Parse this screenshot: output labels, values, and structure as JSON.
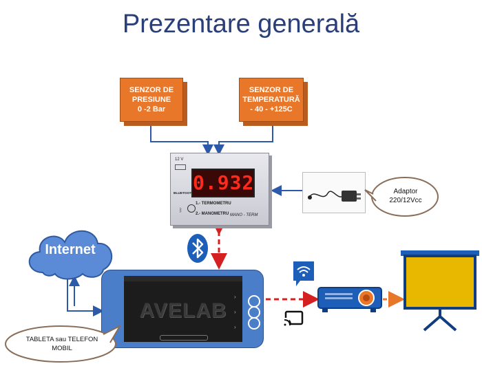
{
  "title": "Prezentare generală",
  "sensor_pressure": {
    "line1": "SENZOR DE",
    "line2": "PRESIUNE",
    "line3": "0 -2 Bar"
  },
  "sensor_temperature": {
    "line1": "SENZOR DE",
    "line2": "TEMPERATURĂ",
    "line3": "- 40  -  +125C"
  },
  "device": {
    "display_value": "0.932",
    "voltage": "12 V",
    "bluetooth_label": "BLUETOOTH",
    "mode1": "1.- TERMOMETRU",
    "mode2": "2.- MANOMETRU",
    "brand": "MANO - TERM"
  },
  "internet": {
    "label": "Internet"
  },
  "adaptor": {
    "line1": "Adaptor",
    "line2": "220/12Vcc"
  },
  "tablet": {
    "logo": "AVELAB",
    "bubble_line1": "TABLETA sau  TELEFON",
    "bubble_line2": "MOBIL"
  },
  "colors": {
    "title": "#2a3f7a",
    "sensor": "#e9772a",
    "arrow_blue": "#2d5aa8",
    "arrow_red": "#d42020",
    "arrow_orange": "#e9772a",
    "tablet": "#4a7ec9",
    "screen_projection": "#e8b800"
  },
  "icons": [
    "bluetooth-icon",
    "wifi-icon",
    "cast-icon",
    "projector-icon",
    "projection-screen-icon",
    "internet-cloud-icon",
    "power-adapter-icon"
  ]
}
